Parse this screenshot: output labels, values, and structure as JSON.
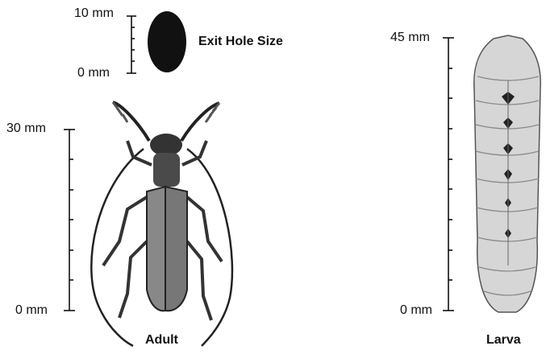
{
  "exit_hole": {
    "label": "Exit Hole Size",
    "scale_top": "10 mm",
    "scale_bottom": "0 mm"
  },
  "adult": {
    "label": "Adult",
    "scale_top": "30 mm",
    "scale_bottom": "0 mm"
  },
  "larva": {
    "label": "Larva",
    "scale_top": "45 mm",
    "scale_bottom": "0 mm"
  }
}
